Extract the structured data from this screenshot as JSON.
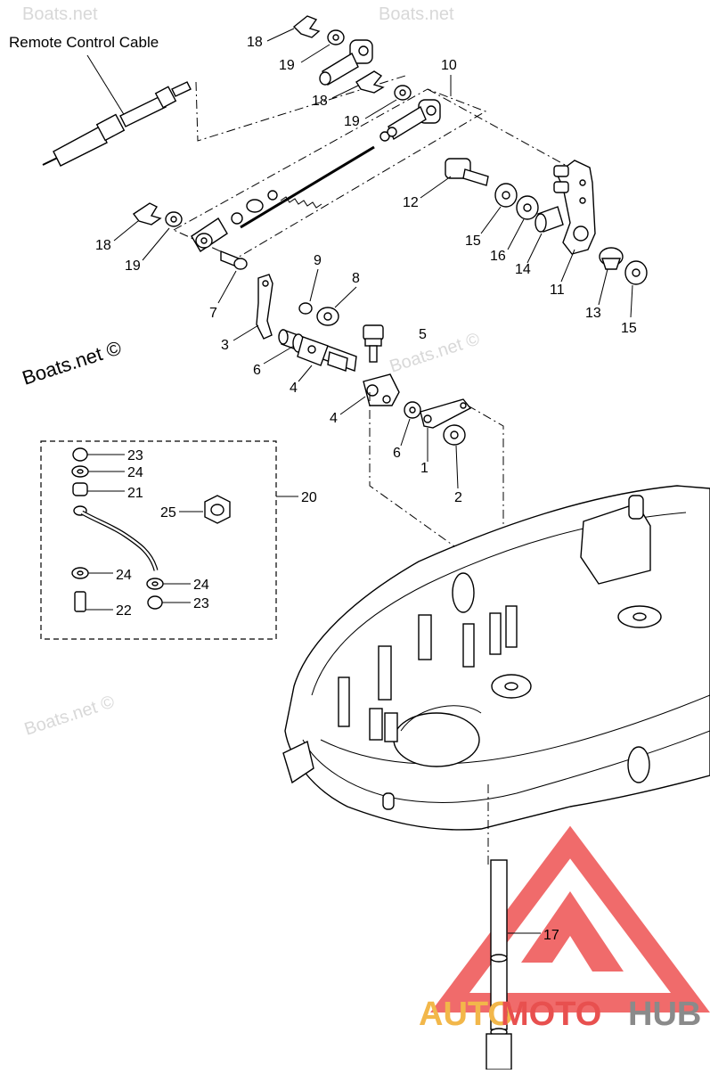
{
  "cable_label": "Remote Control Cable",
  "watermark_text": "Boats.net ©",
  "watermark_faint": "Boats.net",
  "brand": {
    "auto": "AUTO",
    "moto": "MOTO",
    "hub": "HUB",
    "colors": {
      "auto": "#f2b74a",
      "moto": "#e8504f",
      "hub": "#8a8a8a",
      "triangle": "#ee5b5b"
    }
  },
  "callouts": {
    "n18a": "18",
    "n19a": "19",
    "n18b": "18",
    "n19b": "19",
    "n10": "10",
    "n12": "12",
    "n15a": "15",
    "n16": "16",
    "n14": "14",
    "n11": "11",
    "n13": "13",
    "n15b": "15",
    "n18c": "18",
    "n19c": "19",
    "n9": "9",
    "n8": "8",
    "n7": "7",
    "n5": "5",
    "n3": "3",
    "n6a": "6",
    "n4a": "4",
    "n4b": "4",
    "n6b": "6",
    "n1": "1",
    "n2": "2",
    "n23a": "23",
    "n24a": "24",
    "n21": "21",
    "n20": "20",
    "n25": "25",
    "n24b": "24",
    "n24c": "24",
    "n22": "22",
    "n23b": "23",
    "n17": "17"
  }
}
